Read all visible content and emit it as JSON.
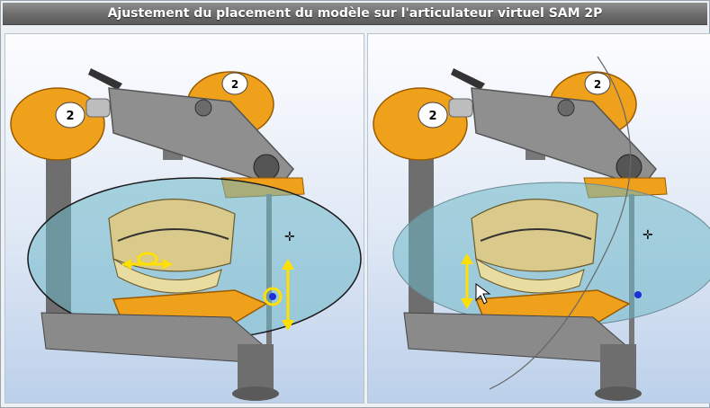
{
  "window": {
    "title": "Ajustement du placement du modèle sur l'articulateur virtuel SAM 2P"
  },
  "viewports": [
    {
      "name": "left-3d-view",
      "knob_label_left": "2",
      "knob_label_right": "2",
      "gizmo": "rotate-and-translate"
    },
    {
      "name": "right-3d-view",
      "knob_label_left": "2",
      "knob_label_right": "2",
      "gizmo": "translate-with-arc"
    }
  ],
  "colors": {
    "orange": "#f0a11c",
    "plane": "#6fb8c8",
    "gizmo": "#ffe000",
    "handle": "#1d2fd8"
  }
}
